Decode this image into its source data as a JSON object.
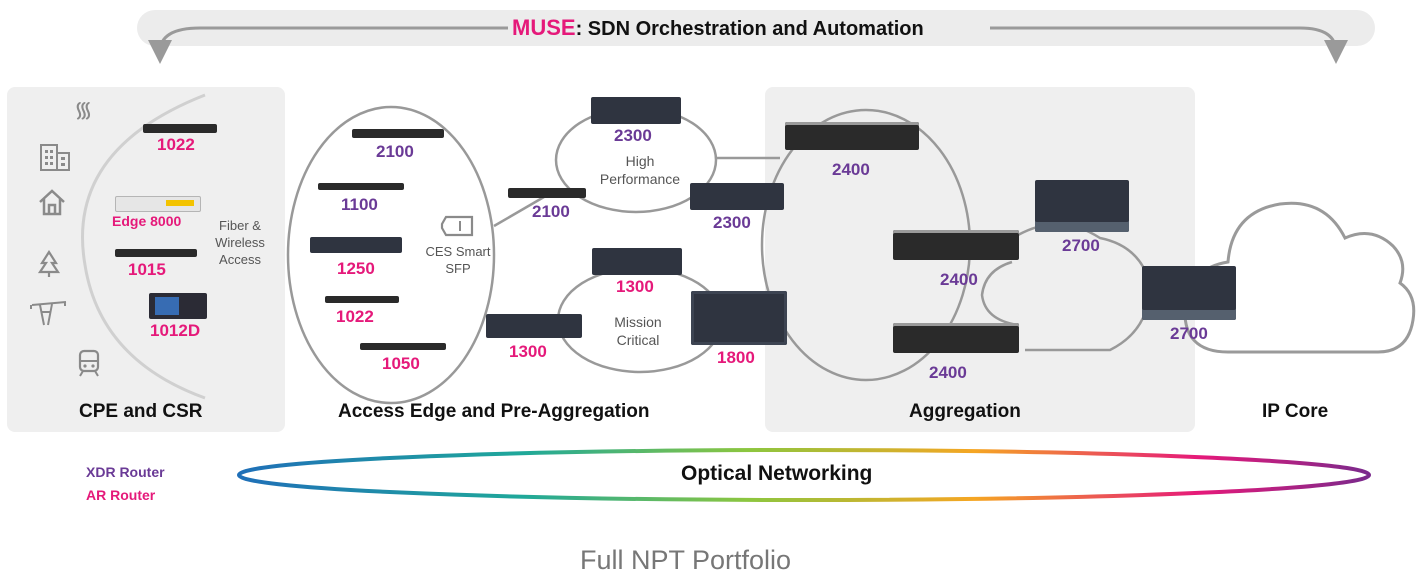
{
  "header": {
    "brand": "MUSE",
    "title": ": SDN Orchestration and Automation",
    "brand_color": "#e5197a"
  },
  "legend": {
    "xdr": "XDR Router",
    "ar": "AR Router",
    "xdr_color": "#6a3a96",
    "ar_color": "#e5197a"
  },
  "sections": {
    "cpe": "CPE and CSR",
    "access": "Access Edge and Pre-Aggregation",
    "aggregation": "Aggregation",
    "core": "IP Core"
  },
  "cpe": {
    "access_note": "Fiber & Wireless Access",
    "icons": [
      "antenna-icon",
      "building-icon",
      "home-icon",
      "tree-icon",
      "power-tower-icon",
      "train-icon"
    ],
    "devices": [
      "1022",
      "Edge 8000",
      "1015",
      "1012D"
    ]
  },
  "access": {
    "ring_devices": [
      "2100",
      "1100",
      "1250",
      "1022",
      "1050"
    ],
    "sfp_label": "CES Smart SFP",
    "link_devices": [
      "2100",
      "1300"
    ],
    "high_ring": {
      "label": "High Performance",
      "devices": [
        "2300",
        "2300"
      ]
    },
    "mission_ring": {
      "label": "Mission Critical",
      "devices": [
        "1300",
        "1800"
      ]
    }
  },
  "aggregation": {
    "devices": [
      "2400",
      "2400",
      "2400",
      "2700"
    ]
  },
  "core": {
    "devices": [
      "2700"
    ]
  },
  "optical": {
    "label": "Optical Networking"
  },
  "footer": {
    "title": "Full NPT Portfolio"
  }
}
